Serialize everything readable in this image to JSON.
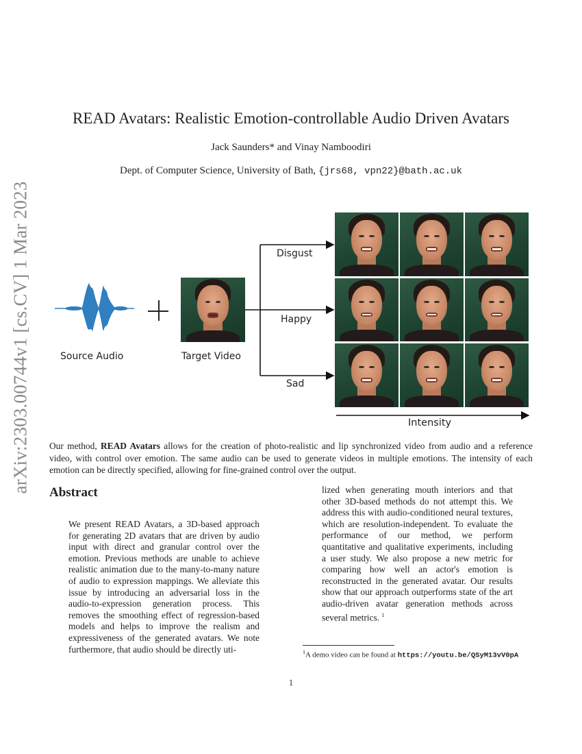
{
  "arxiv_stamp": "arXiv:2303.00744v1  [cs.CV]  1 Mar 2023",
  "header": {
    "title": "READ Avatars: Realistic Emotion-controllable Audio Driven Avatars",
    "authors": "Jack Saunders* and Vinay Namboodiri",
    "affiliation_prefix": "Dept. of Computer Science, University of Bath, ",
    "affiliation_emails": "{jrs68, vpn22}@bath.ac.uk"
  },
  "figure": {
    "source_label": "Source Audio",
    "target_label": "Target Video",
    "emotions": [
      "Disgust",
      "Happy",
      "Sad"
    ],
    "intensity_label": "Intensity",
    "grid_rows": 3,
    "grid_cols": 3,
    "waveform_color": "#2f7fc1",
    "background_color": "#1f4532"
  },
  "caption": {
    "prefix": "Our method, ",
    "bold": "READ Avatars",
    "rest": " allows for the creation of photo-realistic and lip synchronized video from audio and a reference video, with control over emotion. The same audio can be used to generate videos in multiple emotions. The intensity of each emotion can be directly specified, allowing for fine-grained control over the output."
  },
  "abstract": {
    "heading": "Abstract",
    "left_column": "We present READ Avatars, a 3D-based approach for generating 2D avatars that are driven by audio input with direct and granular control over the emotion. Previous methods are unable to achieve realistic animation due to the many-to-many nature of audio to expression mappings. We alleviate this issue by introducing an adversarial loss in the audio-to-expression generation process. This removes the smoothing effect of regression-based models and helps to improve the realism and expressiveness of the generated avatars. We note furthermore, that audio should be directly uti-",
    "right_column": "lized when generating mouth interiors and that other 3D-based methods do not attempt this. We address this with audio-conditioned neural textures, which are resolution-independent. To evaluate the performance of our method, we perform quantitative and qualitative experiments, including a user study. We also propose a new metric for comparing how well an actor's emotion is reconstructed in the generated avatar. Our results show that our approach outperforms state of the art audio-driven avatar generation methods across several metrics.",
    "footnote_marker": "1"
  },
  "footnote": {
    "marker": "1",
    "text": "A demo video can be found at ",
    "url": "https://youtu.be/QSyM13vV0pA"
  },
  "page_number": "1"
}
